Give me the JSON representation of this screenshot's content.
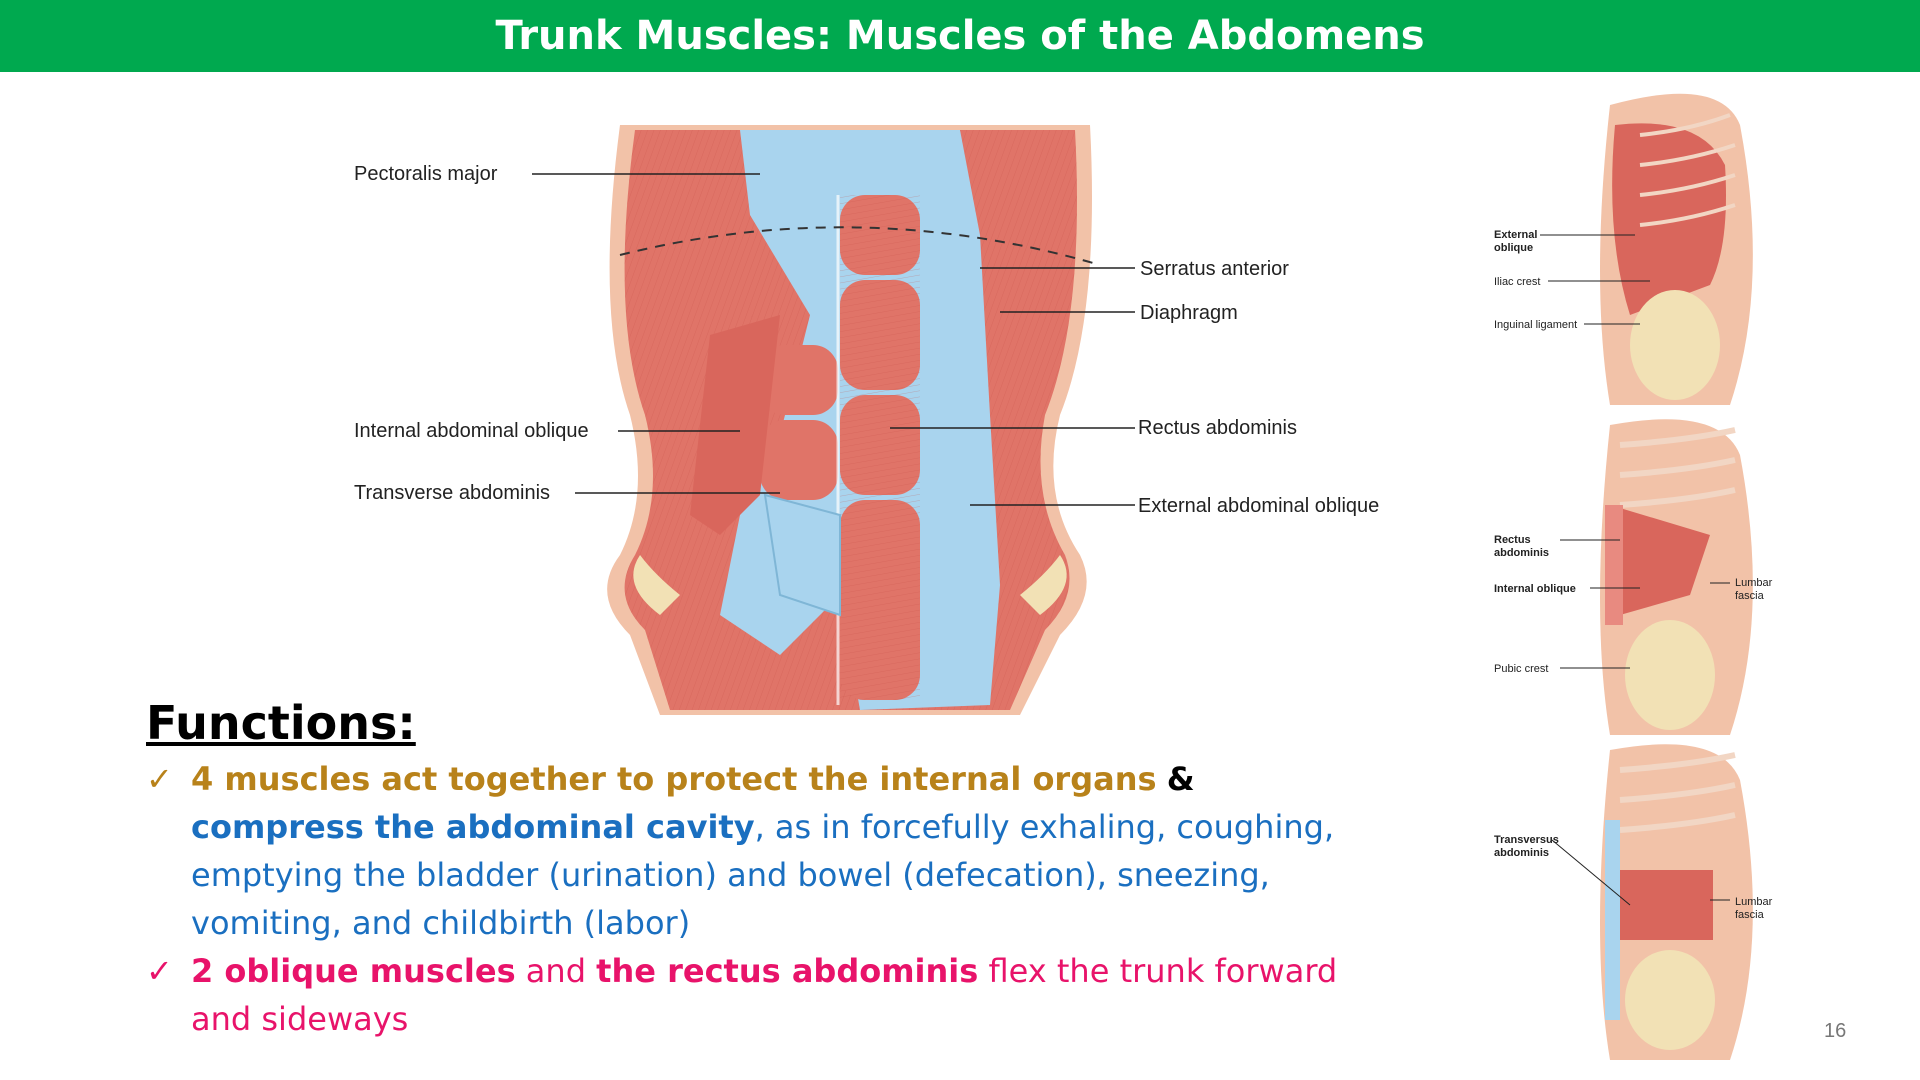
{
  "slide": {
    "title": "Trunk Muscles: Muscles of the Abdomens",
    "page_number": "16"
  },
  "main_figure": {
    "labels": {
      "pectoralis": "Pectoralis major",
      "serratus": "Serratus anterior",
      "diaphragm": "Diaphragm",
      "internal_oblique": "Internal abdominal oblique",
      "rectus": "Rectus abdominis",
      "transverse": "Transverse abdominis",
      "external_oblique": "External abdominal oblique"
    }
  },
  "side_figures": {
    "f1": {
      "ext1": "External",
      "ext2": "oblique",
      "iliac": "Iliac crest",
      "inguinal": "Inguinal ligament"
    },
    "f2": {
      "rect1": "Rectus",
      "rect2": "abdominis",
      "int": "Internal oblique",
      "lum1": "Lumbar",
      "lum2": "fascia",
      "pubic": "Pubic crest"
    },
    "f3": {
      "tr1": "Transversus",
      "tr2": "abdominis",
      "lum1": "Lumbar",
      "lum2": "fascia"
    }
  },
  "functions": {
    "heading": "Functions:",
    "check": "✓",
    "item1": {
      "part1": "4  muscles act together to protect the internal organs",
      "part2": "&",
      "part3": "compress the abdominal cavity",
      "part4": ", as in forcefully exhaling, coughing, emptying the bladder (urination) and bowel (defecation), sneezing, vomiting, and childbirth (labor)"
    },
    "item2": {
      "part1": "2 oblique muscles",
      "part2": "and",
      "part3": "the rectus abdominis",
      "part4": "flex the trunk forward and sideways"
    }
  },
  "colors": {
    "title_bar": "#00a94f",
    "muscle": "#e07468",
    "fascia": "#a9d4ee",
    "gold": "#b8821a",
    "blue": "#1a6fc0",
    "pink": "#e8136a"
  }
}
